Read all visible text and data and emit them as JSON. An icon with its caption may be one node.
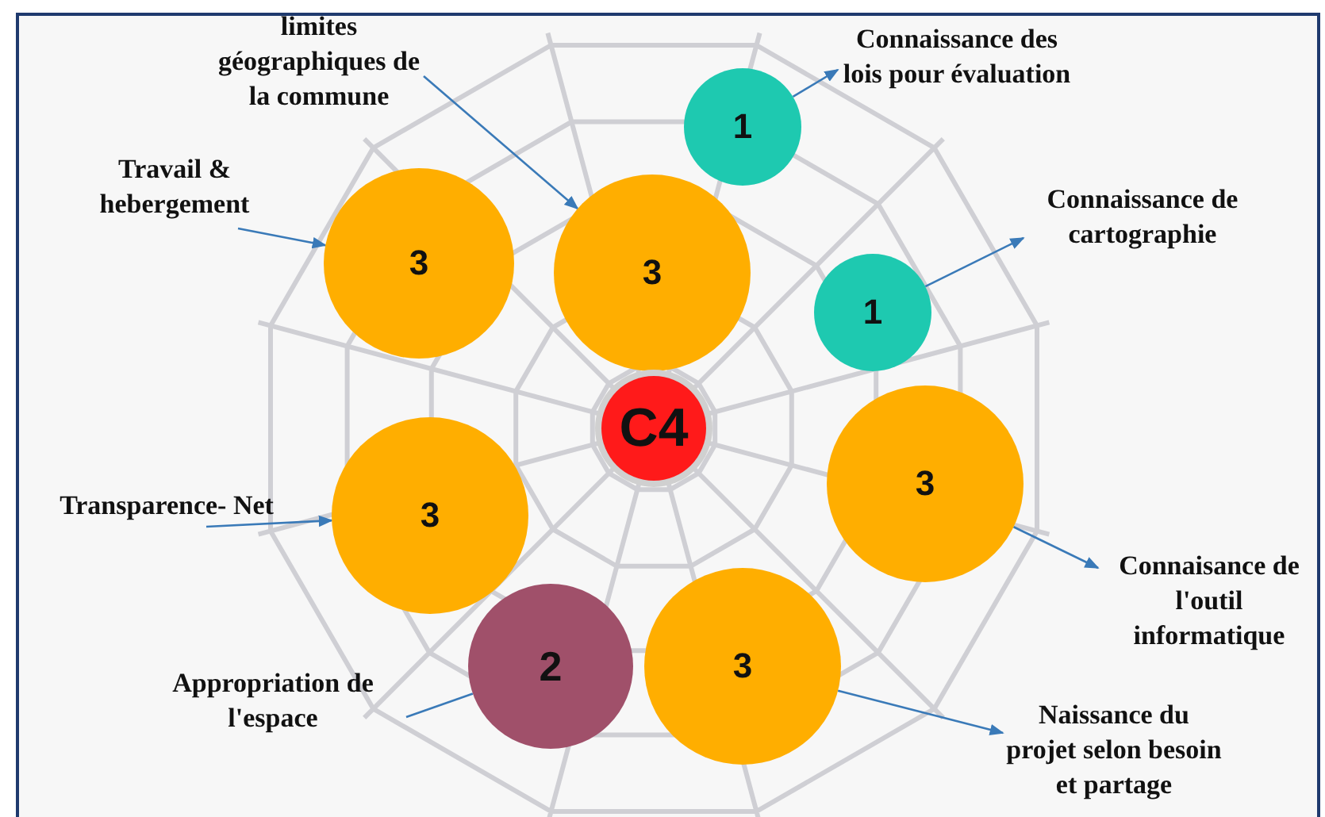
{
  "diagram": {
    "nodes": [
      {
        "text": [
          "limites géographiques de la commune"
        ]
      },
      {
        "text": [
          "Connaissance des lois pour évaluation"
        ]
      },
      {
        "text": [
          "1"
        ]
      },
      {
        "text": [
          "Travail & hebergement"
        ]
      },
      {
        "text": [
          "3"
        ]
      },
      {
        "text": [
          "3"
        ]
      },
      {
        "text": [
          "Connaissance de cartographie"
        ]
      },
      {
        "text": [
          "1"
        ]
      },
      {
        "text": [
          "C4"
        ]
      },
      {
        "text": [
          "3"
        ]
      },
      {
        "text": [
          "Transparence- Net"
        ]
      },
      {
        "text": [
          "3"
        ]
      },
      {
        "text": [
          "Connaisance de l'outil informatique"
        ]
      },
      {
        "text": [
          "Appropriation de l'espace"
        ]
      },
      {
        "text": [
          "2"
        ]
      },
      {
        "text": [
          "3"
        ]
      },
      {
        "text": [
          "Naissance du projet selon besoin et partage"
        ]
      }
    ],
    "edges": [
      {
        "from": 0,
        "to": 5,
        "arrow": "to"
      },
      {
        "from": 3,
        "to": 4,
        "arrow": "to"
      },
      {
        "from": 2,
        "to": 1,
        "arrow": "to"
      },
      {
        "from": 7,
        "to": 6,
        "arrow": "to"
      },
      {
        "from": 10,
        "to": 9,
        "arrow": "to"
      },
      {
        "from": 13,
        "to": 14,
        "arrow": "none"
      },
      {
        "from": 11,
        "to": 12,
        "arrow": "to"
      },
      {
        "from": 15,
        "to": 16,
        "arrow": "to"
      }
    ]
  }
}
